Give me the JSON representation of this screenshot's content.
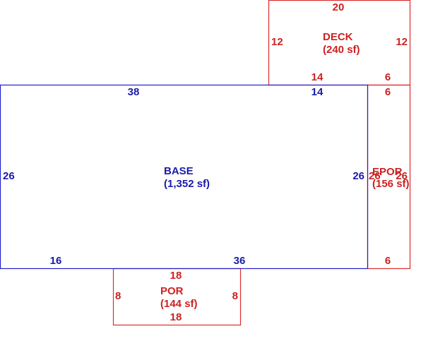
{
  "colors": {
    "base": "#2020cc",
    "addition": "#dd2a2a",
    "base_text": "#1a1aaa",
    "addition_text": "#cc2222"
  },
  "areas": {
    "base": {
      "name": "BASE",
      "area": "(1,352 sf)"
    },
    "deck": {
      "name": "DECK",
      "area": "(240 sf)"
    },
    "epor": {
      "name": "EPOR",
      "area": "(156 sf)"
    },
    "por": {
      "name": "POR",
      "area": "(144 sf)"
    }
  },
  "dims": {
    "base_top": "38",
    "base_top_right": "14",
    "base_left": "26",
    "base_right": "26",
    "base_bottom_left": "16",
    "base_bottom_right": "36",
    "deck_top": "20",
    "deck_left": "12",
    "deck_right": "12",
    "deck_bottom": "14",
    "deck_bottom_right": "6",
    "epor_top": "6",
    "epor_left": "26",
    "epor_right": "26",
    "epor_bottom": "6",
    "por_top": "18",
    "por_left": "8",
    "por_right": "8",
    "por_bottom": "18"
  }
}
